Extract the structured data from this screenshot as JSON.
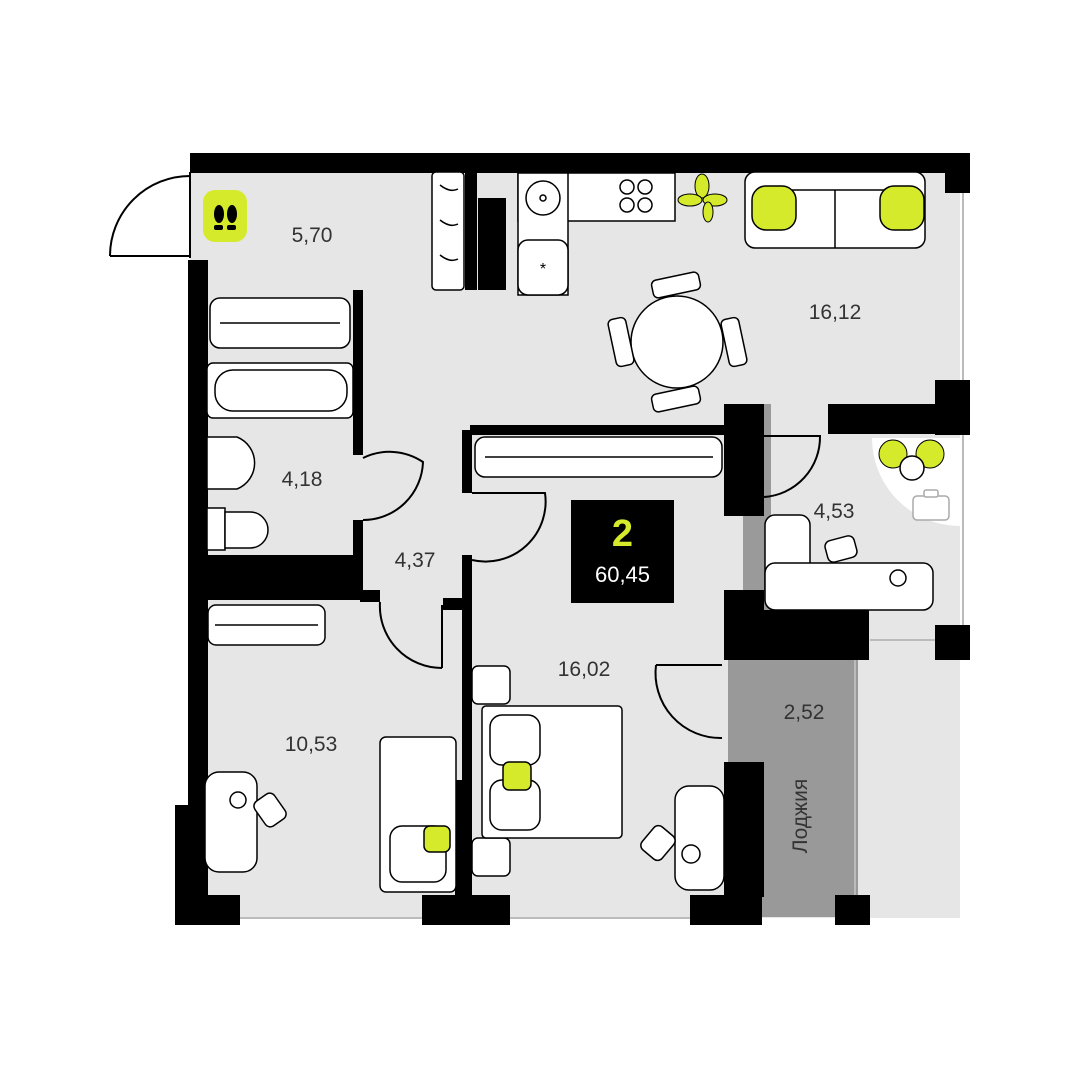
{
  "apartment": {
    "rooms": "2",
    "total_area": "60,45"
  },
  "rooms": {
    "hallway": "5,70",
    "kitchen_living": "16,12",
    "bathroom": "4,18",
    "corridor": "4,37",
    "bedroom_small": "10,53",
    "bedroom_main": "16,02",
    "office": "4,53",
    "loggia_area": "2,52",
    "loggia_name": "Лоджия"
  },
  "colors": {
    "floor": "#e6e6e6",
    "loggia": "#999999",
    "wall": "#000000",
    "accent": "#d6ea2c"
  },
  "icons": [
    "door-icon",
    "footprints-icon",
    "sink-icon",
    "stove-icon",
    "plant-icon",
    "sofa-icon",
    "pillow-icon",
    "dining-table-icon",
    "bathtub-icon",
    "toilet-icon",
    "radiator-icon",
    "bed-icon",
    "desk-icon",
    "chair-icon",
    "briefcase-icon",
    "wardrobe-icon"
  ]
}
